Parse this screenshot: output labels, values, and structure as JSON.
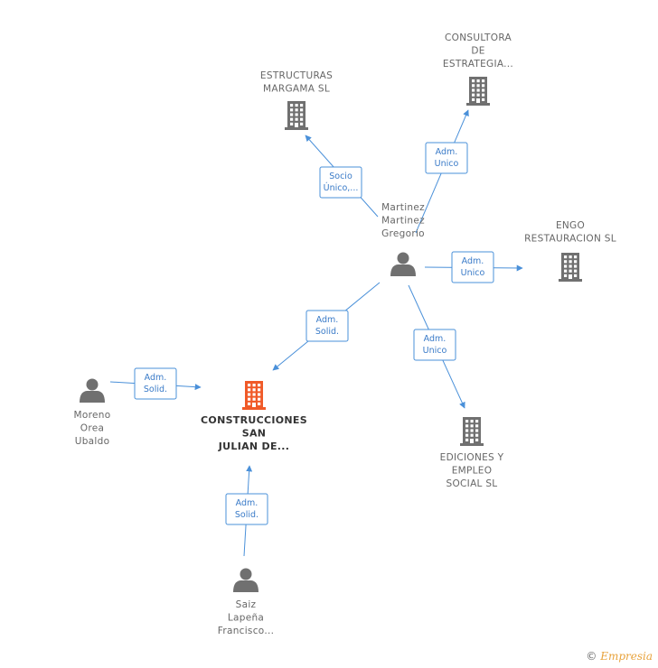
{
  "colors": {
    "edge": "#4a90d9",
    "company": "#707070",
    "company_main": "#f05a28",
    "person": "#707070"
  },
  "nodes": [
    {
      "id": "margama",
      "kind": "company",
      "label": [
        "ESTRUCTURAS",
        "MARGAMA  SL"
      ]
    },
    {
      "id": "consultora",
      "kind": "company",
      "label": [
        "CONSULTORA",
        "DE",
        "ESTRATEGIA..."
      ]
    },
    {
      "id": "engo",
      "kind": "company",
      "label": [
        "ENGO",
        "RESTAURACION SL"
      ]
    },
    {
      "id": "gregorio",
      "kind": "person",
      "label": [
        "Martinez",
        "Martinez",
        "Gregorio"
      ]
    },
    {
      "id": "construcciones",
      "kind": "company_main",
      "label": [
        "CONSTRUCCIONES",
        "SAN",
        "JULIAN DE..."
      ]
    },
    {
      "id": "ediciones",
      "kind": "company",
      "label": [
        "EDICIONES Y",
        "EMPLEO",
        "SOCIAL SL"
      ]
    },
    {
      "id": "moreno",
      "kind": "person",
      "label": [
        "Moreno",
        "Orea",
        "Ubaldo"
      ]
    },
    {
      "id": "saiz",
      "kind": "person",
      "label": [
        "Saiz",
        "Lapeña",
        "Francisco..."
      ]
    }
  ],
  "edges": [
    {
      "from": "gregorio",
      "to": "margama",
      "label": [
        "Socio",
        "Único,..."
      ]
    },
    {
      "from": "gregorio",
      "to": "consultora",
      "label": [
        "Adm.",
        "Unico"
      ]
    },
    {
      "from": "gregorio",
      "to": "engo",
      "label": [
        "Adm.",
        "Unico"
      ]
    },
    {
      "from": "gregorio",
      "to": "construcciones",
      "label": [
        "Adm.",
        "Solid."
      ]
    },
    {
      "from": "gregorio",
      "to": "ediciones",
      "label": [
        "Adm.",
        "Unico"
      ]
    },
    {
      "from": "moreno",
      "to": "construcciones",
      "label": [
        "Adm.",
        "Solid."
      ]
    },
    {
      "from": "saiz",
      "to": "construcciones",
      "label": [
        "Adm.",
        "Solid."
      ]
    }
  ],
  "footer": {
    "copyright": "©",
    "brand": "Empresia"
  }
}
